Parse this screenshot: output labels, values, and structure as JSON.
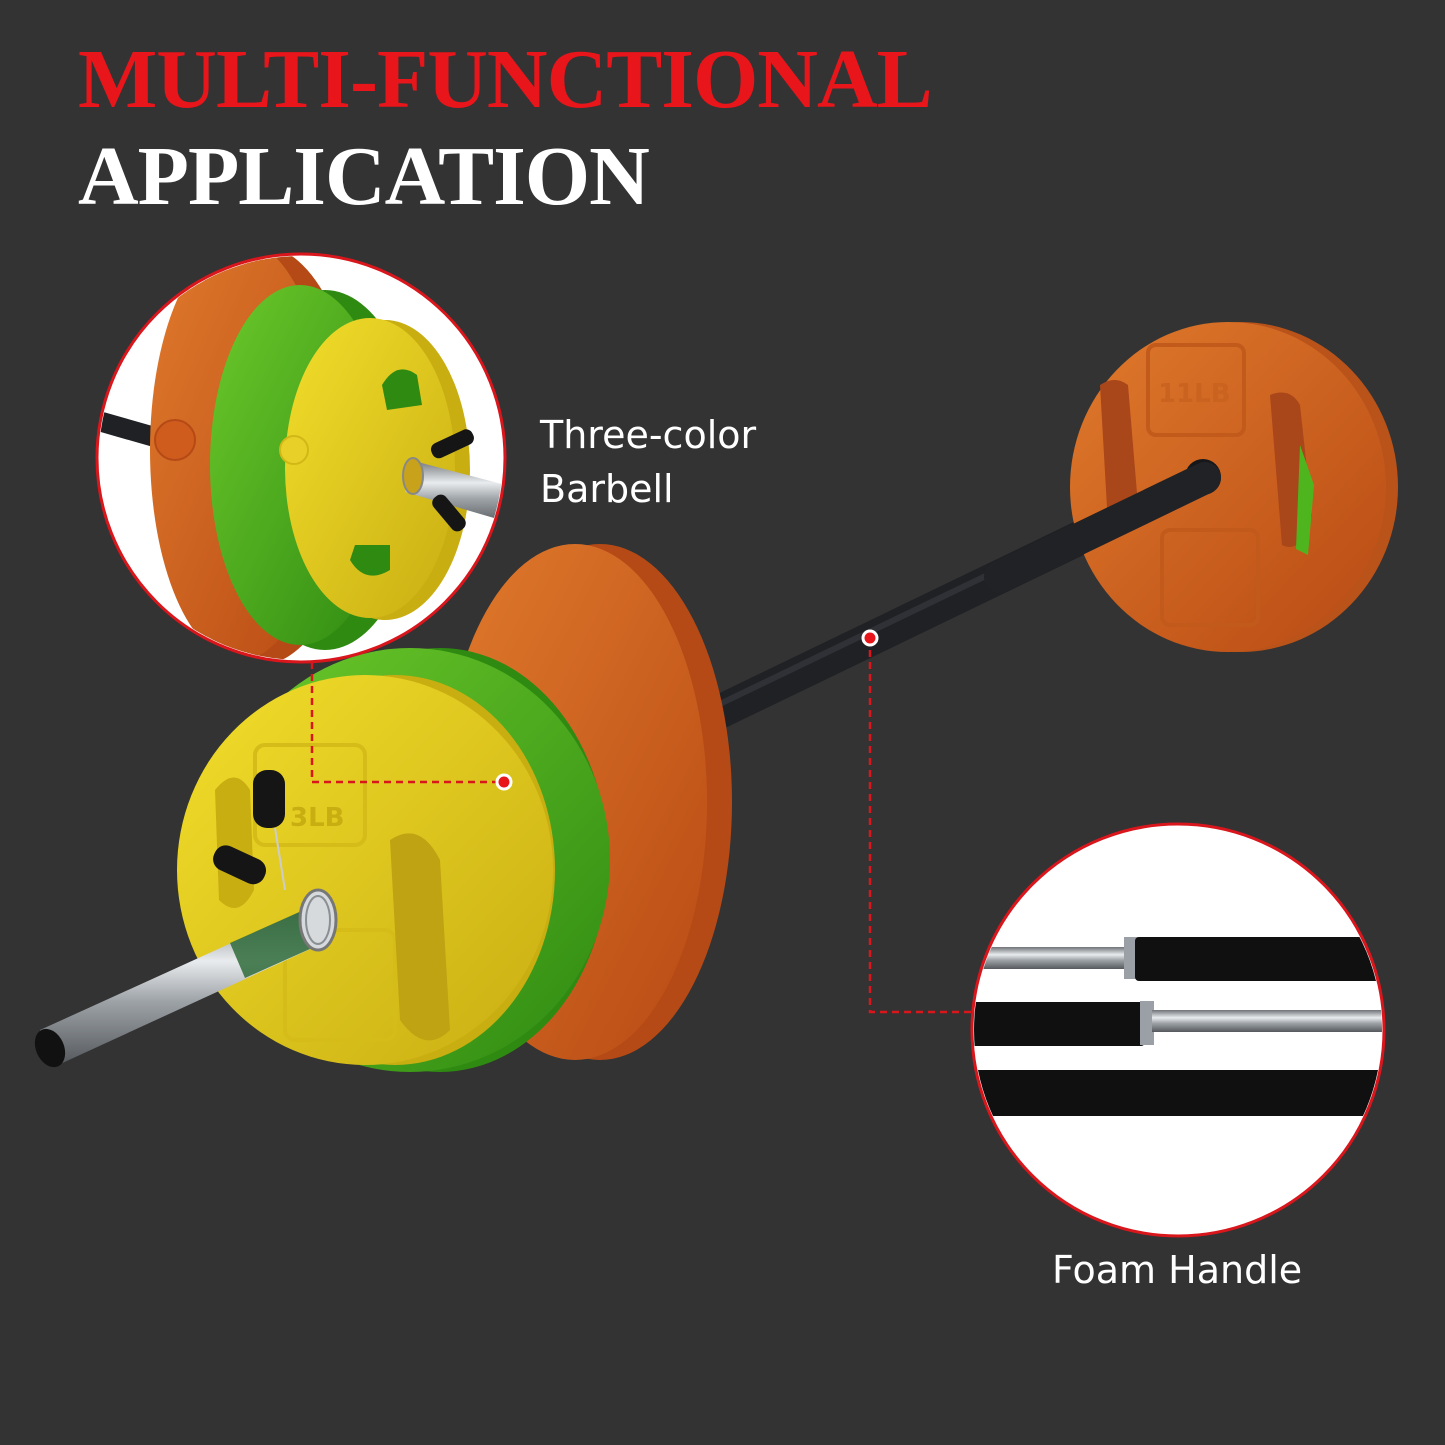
{
  "headline": {
    "line1": "MULTI-FUNCTIONAL",
    "line2": "APPLICATION",
    "line1_color": "#e8151b",
    "line2_color": "#ffffff"
  },
  "callouts": [
    {
      "id": "three-color",
      "line1": "Three-color",
      "line2": "Barbell"
    },
    {
      "id": "foam-handle",
      "line1": "Foam Handle"
    }
  ],
  "plates": {
    "left_front_label": "3LB",
    "right_label": "11LB"
  },
  "colors": {
    "background": "#333333",
    "accent_red": "#d9161c",
    "plate_yellow": "#e6cf1a",
    "plate_green": "#4fb51f",
    "plate_orange": "#d8641e",
    "bar_black": "#1f2124",
    "chrome": "#c9cdd1"
  }
}
